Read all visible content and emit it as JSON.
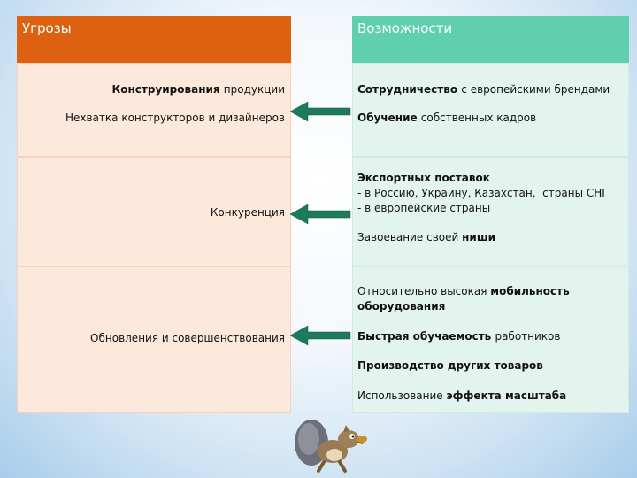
{
  "threats": {
    "header": "Угрозы",
    "items": [
      {
        "parts": [
          {
            "t": "Конструирования ",
            "b": true
          },
          {
            "t": "продукции",
            "b": false
          }
        ]
      },
      {
        "parts": [
          {
            "t": "Нехватка конструкторов и дизайнеров",
            "b": false
          }
        ]
      },
      {
        "parts": [
          {
            "t": "Конкуренция",
            "b": false
          }
        ]
      },
      {
        "parts": [
          {
            "t": "Обновления и совершенствования",
            "b": false
          }
        ]
      }
    ]
  },
  "opportunities": {
    "header": "Возможности",
    "items": [
      {
        "parts": [
          {
            "t": "Сотрудничество ",
            "b": true
          },
          {
            "t": "с европейскими брендами",
            "b": false
          }
        ]
      },
      {
        "parts": [
          {
            "t": "Обучение ",
            "b": true
          },
          {
            "t": "собственных кадров",
            "b": false
          }
        ]
      },
      {
        "parts": [
          {
            "t": "Экспортных поставок",
            "b": true
          }
        ]
      },
      {
        "parts": [
          {
            "t": "- в Россию, Украину, Казахстан,  страны СНГ",
            "b": false
          }
        ]
      },
      {
        "parts": [
          {
            "t": "- в европейские страны",
            "b": false
          }
        ]
      },
      {
        "parts": [
          {
            "t": "Завоевание своей ",
            "b": false
          },
          {
            "t": "ниши",
            "b": true
          }
        ]
      },
      {
        "parts": [
          {
            "t": "Относительно высокая ",
            "b": false
          },
          {
            "t": "мобильность",
            "b": true
          }
        ]
      },
      {
        "parts": [
          {
            "t": "оборудования",
            "b": true
          }
        ]
      },
      {
        "parts": [
          {
            "t": "Быстрая обучаемость ",
            "b": true
          },
          {
            "t": "работников",
            "b": false
          }
        ]
      },
      {
        "parts": [
          {
            "t": "Производство других товаров",
            "b": true
          }
        ]
      },
      {
        "parts": [
          {
            "t": "Использование ",
            "b": false
          },
          {
            "t": "эффекта масштаба",
            "b": true
          }
        ]
      }
    ]
  },
  "colors": {
    "threats_header": "#dd6110",
    "opportunities_header": "#5fcfae",
    "arrow": "#1d7a5a"
  },
  "icons": [
    "arrow-left-icon",
    "squirrel-mascot-icon"
  ]
}
